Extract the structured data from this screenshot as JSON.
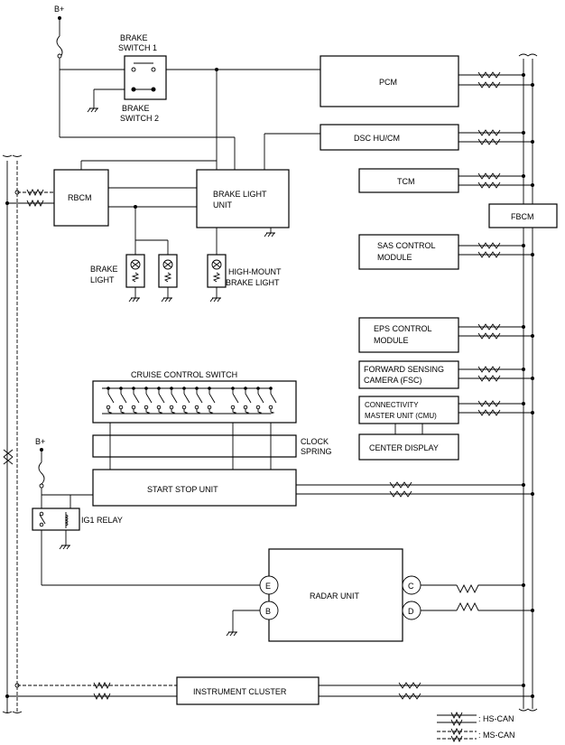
{
  "supply": {
    "b_plus_top": "B+",
    "b_plus_mid": "B+"
  },
  "brake_switch": {
    "label1": "BRAKE",
    "label2": "SWITCH 1",
    "label3": "BRAKE",
    "label4": "SWITCH 2"
  },
  "modules": {
    "pcm": "PCM",
    "dsc": "DSC HU/CM",
    "tcm": "TCM",
    "fbcm": "FBCM",
    "sas1": "SAS CONTROL",
    "sas2": "MODULE",
    "eps1": "EPS CONTROL",
    "eps2": "MODULE",
    "fsc1": "FORWARD SENSING",
    "fsc2": "CAMERA (FSC)",
    "cmu1": "CONNECTIVITY",
    "cmu2": "MASTER UNIT (CMU)",
    "center_display": "CENTER DISPLAY",
    "rbcm": "RBCM",
    "blu1": "BRAKE LIGHT",
    "blu2": "UNIT",
    "start_stop": "START STOP UNIT",
    "radar": "RADAR UNIT",
    "cluster": "INSTRUMENT CLUSTER"
  },
  "lights": {
    "brake1": "BRAKE",
    "brake2": "LIGHT",
    "hm1": "HIGH-MOUNT",
    "hm2": "BRAKE LIGHT"
  },
  "cruise": {
    "title": "CRUISE CONTROL SWITCH"
  },
  "clock": {
    "l1": "CLOCK",
    "l2": "SPRING"
  },
  "relay": {
    "label": "IG1 RELAY"
  },
  "radar_terminals": {
    "e": "E",
    "b": "B",
    "c": "C",
    "d": "D"
  },
  "legend": {
    "hs": ": HS-CAN",
    "ms": ": MS-CAN"
  }
}
